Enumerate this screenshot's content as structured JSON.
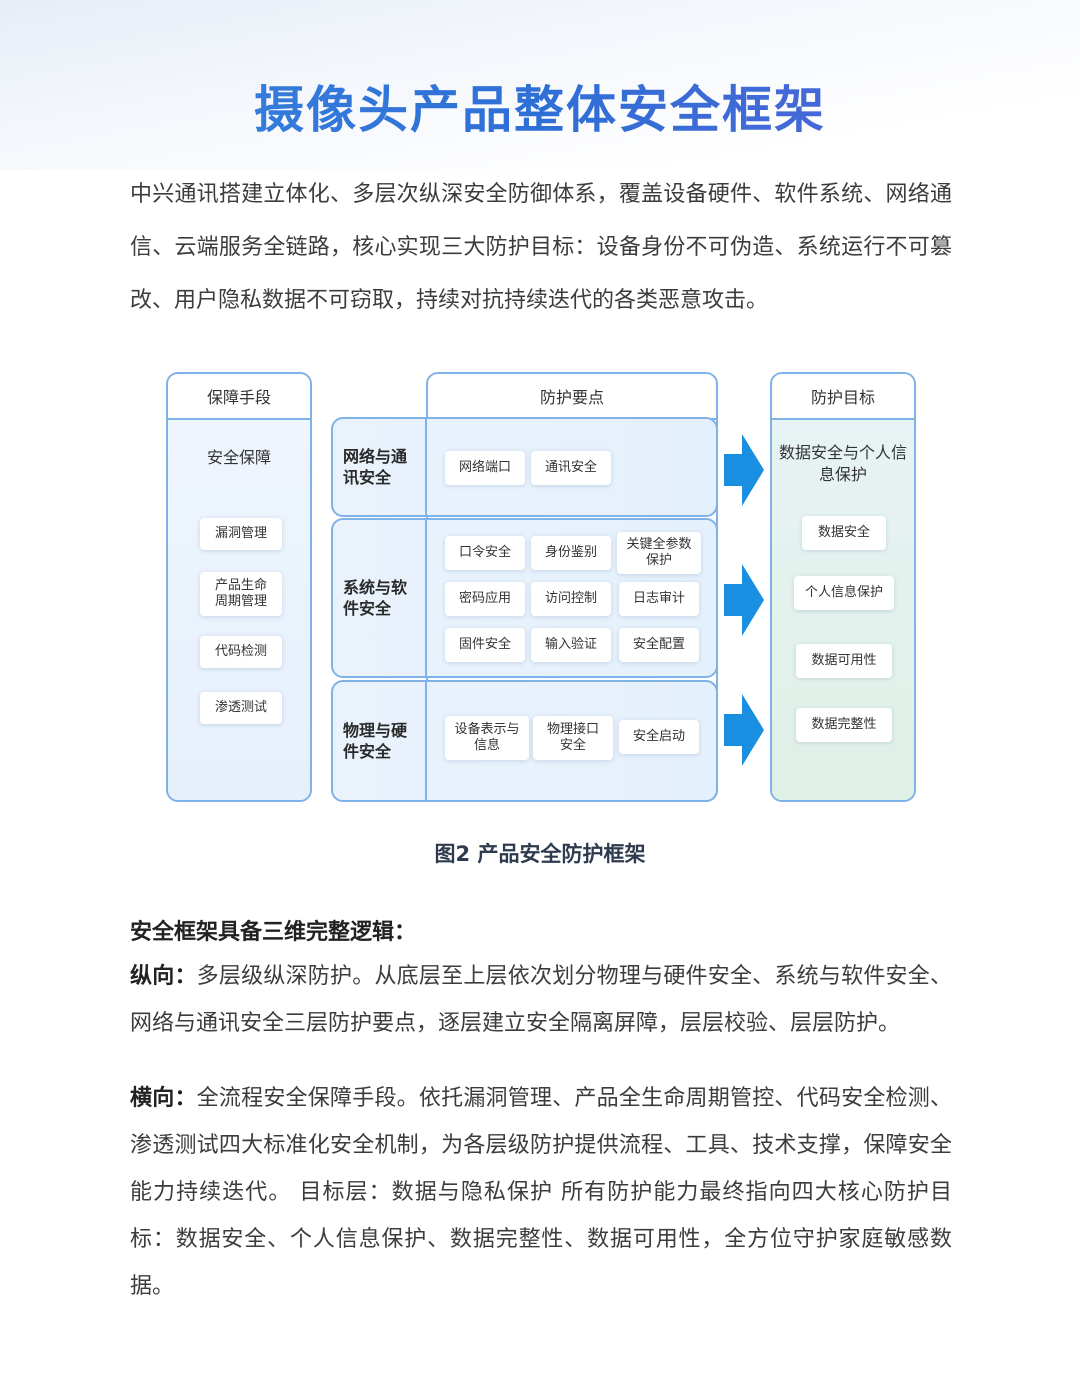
{
  "title": "摄像头产品整体安全框架",
  "intro": "中兴通讯搭建立体化、多层次纵深安全防御体系，覆盖设备硬件、软件系统、网络通信、云端服务全链路，核心实现三大防护目标：设备身份不可伪造、系统运行不可篡改、用户隐私数据不可窃取，持续对抗持续迭代的各类恶意攻击。",
  "diagram": {
    "left": {
      "header": "保障手段",
      "subtitle": "安全保障",
      "items": [
        "漏洞管理",
        "产品生命周期管理",
        "代码检测",
        "渗透测试"
      ]
    },
    "middle": {
      "header": "防护要点",
      "layers": [
        {
          "name": "网络与通讯安全",
          "items": [
            "网络端口",
            "通讯安全"
          ]
        },
        {
          "name": "系统与软件安全",
          "items": [
            "口令安全",
            "身份鉴别",
            "关键全参数保护",
            "密码应用",
            "访问控制",
            "日志审计",
            "固件安全",
            "输入验证",
            "安全配置"
          ]
        },
        {
          "name": "物理与硬件安全",
          "items": [
            "设备表示与信息",
            "物理接口安全",
            "安全启动"
          ]
        }
      ]
    },
    "right": {
      "header": "防护目标",
      "subtitle": "数据安全与个人信息保护",
      "items": [
        "数据安全",
        "个人信息保护",
        "数据可用性",
        "数据完整性"
      ]
    },
    "colors": {
      "border": "#7fb2e6",
      "arrow": "#1a8ee0",
      "goal_bg": "#dff0e6"
    }
  },
  "caption": "图2 产品安全防护框架",
  "logic": {
    "heading": "安全框架具备三维完整逻辑：",
    "vertical_label": "纵向：",
    "vertical_text": "多层级纵深防护。从底层至上层依次划分物理与硬件安全、系统与软件安全、网络与通讯安全三层防护要点，逐层建立安全隔离屏障，层层校验、层层防护。",
    "horizontal_label": "横向：",
    "horizontal_text": "全流程安全保障手段。依托漏洞管理、产品全生命周期管控、代码安全检测、渗透测试四大标准化安全机制，为各层级防护提供流程、工具、技术支撑，保障安全能力持续迭代。 目标层：数据与隐私保护 所有防护能力最终指向四大核心防护目标：数据安全、个人信息保护、数据完整性、数据可用性，全方位守护家庭敏感数据。"
  }
}
